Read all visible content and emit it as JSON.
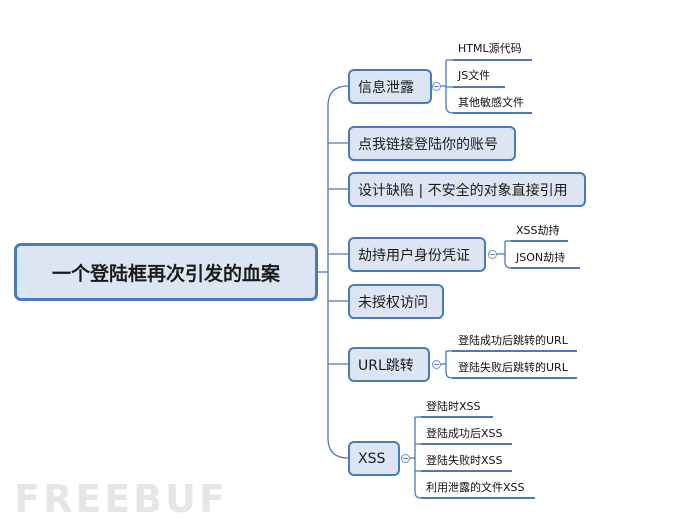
{
  "root": {
    "label": "一个登陆框再次引发的血案"
  },
  "branches": [
    {
      "id": "info-leak",
      "label": "信息泄露",
      "children": [
        "HTML源代码",
        "JS文件",
        "其他敏感文件"
      ]
    },
    {
      "id": "click-link",
      "label": "点我链接登陆你的账号",
      "children": []
    },
    {
      "id": "design-flaw",
      "label": "设计缺陷 | 不安全的对象直接引用",
      "children": []
    },
    {
      "id": "hijack",
      "label": "劫持用户身份凭证",
      "children": [
        "XSS劫持",
        "JSON劫持"
      ]
    },
    {
      "id": "unauth",
      "label": "未授权访问",
      "children": []
    },
    {
      "id": "url-redirect",
      "label": "URL跳转",
      "children": [
        "登陆成功后跳转的URL",
        "登陆失败后跳转的URL"
      ]
    },
    {
      "id": "xss",
      "label": "XSS",
      "children": [
        "登陆时XSS",
        "登陆成功后XSS",
        "登陆失败时XSS",
        "利用泄露的文件XSS"
      ]
    }
  ],
  "watermark": "FREEBUF",
  "colors": {
    "node_fill": "#dce6f2",
    "node_border": "#4a7ab8",
    "line": "#4a7ab8"
  }
}
